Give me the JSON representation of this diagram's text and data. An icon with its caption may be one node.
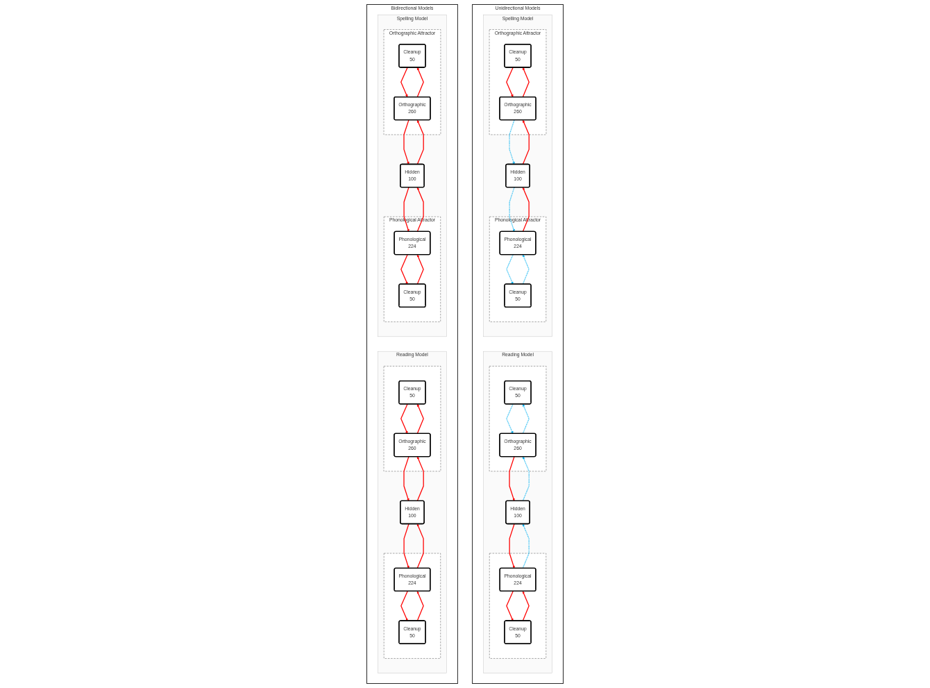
{
  "diagram": {
    "nodes": [
      {
        "text": [
          "Unidirectional Models"
        ]
      },
      {
        "text": [
          "Reading Model"
        ],
        "in": 0
      },
      {
        "text": [],
        "shape": "box",
        "in": 1
      },
      {
        "text": [
          "Cleanup",
          "50"
        ],
        "in": 2
      },
      {
        "text": [
          "Phonological",
          "224"
        ],
        "in": 2
      },
      {
        "text": [
          "Hidden",
          "100"
        ],
        "in": 1
      },
      {
        "text": [],
        "shape": "box",
        "in": 1
      },
      {
        "text": [
          "Cleanup",
          "50"
        ],
        "in": 6
      },
      {
        "text": [
          "Orthographic",
          "260"
        ],
        "in": 6
      },
      {
        "text": [
          "Spelling Model"
        ],
        "in": 0
      },
      {
        "text": [
          "Phonological Attractor"
        ],
        "in": 9
      },
      {
        "text": [
          "Cleanup",
          "50"
        ],
        "in": 10
      },
      {
        "text": [
          "Phonological",
          "224"
        ],
        "in": 10
      },
      {
        "text": [
          "Hidden",
          "100"
        ],
        "in": 9
      },
      {
        "text": [
          "Orthographic Attractor"
        ],
        "in": 9
      },
      {
        "text": [
          "Cleanup",
          "50"
        ],
        "in": 14
      },
      {
        "text": [
          "Orthographic",
          "260"
        ],
        "in": 14
      },
      {
        "text": [
          "Bidirectional Models"
        ]
      },
      {
        "text": [
          "Reading Model"
        ],
        "in": 17
      },
      {
        "text": [],
        "shape": "box",
        "in": 18
      },
      {
        "text": [
          "Cleanup",
          "50"
        ],
        "in": 19
      },
      {
        "text": [
          "Phonological",
          "224"
        ],
        "in": 19
      },
      {
        "text": [
          "Hidden",
          "100"
        ],
        "in": 18
      },
      {
        "text": [],
        "shape": "box",
        "in": 18
      },
      {
        "text": [
          "Cleanup",
          "50"
        ],
        "in": 23
      },
      {
        "text": [
          "Orthographic",
          "260"
        ],
        "in": 23
      },
      {
        "text": [
          "Spelling Model"
        ],
        "in": 17
      },
      {
        "text": [
          "Phonological Attractor"
        ],
        "in": 26
      },
      {
        "text": [
          "Cleanup",
          "50"
        ],
        "in": 27
      },
      {
        "text": [
          "Phonological",
          "224"
        ],
        "in": 27
      },
      {
        "text": [
          "Hidden",
          "100"
        ],
        "in": 26
      },
      {
        "text": [
          "Orthographic Attractor"
        ],
        "in": 26
      },
      {
        "text": [
          "Cleanup",
          "50"
        ],
        "in": 31
      },
      {
        "text": [
          "Orthographic",
          "260"
        ],
        "in": 31
      }
    ],
    "edges": [
      {
        "from": 3,
        "to": 4,
        "arrow": "to"
      },
      {
        "from": 4,
        "to": 3,
        "arrow": "to"
      },
      {
        "from": 5,
        "to": 4,
        "arrow": "to"
      },
      {
        "from": 4,
        "to": 5,
        "arrow": "to",
        "style": "dashed",
        "color": "#00b0f0"
      },
      {
        "from": 8,
        "to": 5,
        "arrow": "to"
      },
      {
        "from": 5,
        "to": 8,
        "arrow": "to",
        "style": "dashed",
        "color": "#00b0f0"
      },
      {
        "from": 7,
        "to": 8,
        "arrow": "to",
        "style": "dashed",
        "color": "#00b0f0"
      },
      {
        "from": 8,
        "to": 7,
        "arrow": "to",
        "style": "dashed",
        "color": "#00b0f0"
      },
      {
        "from": 11,
        "to": 12,
        "arrow": "to",
        "style": "dashed",
        "color": "#00b0f0"
      },
      {
        "from": 12,
        "to": 11,
        "arrow": "to",
        "style": "dashed",
        "color": "#00b0f0"
      },
      {
        "from": 13,
        "to": 12,
        "arrow": "to",
        "style": "dashed",
        "color": "#00b0f0"
      },
      {
        "from": 12,
        "to": 13,
        "arrow": "to"
      },
      {
        "from": 16,
        "to": 13,
        "arrow": "to",
        "style": "dashed",
        "color": "#00b0f0"
      },
      {
        "from": 13,
        "to": 16,
        "arrow": "to"
      },
      {
        "from": 15,
        "to": 16,
        "arrow": "to"
      },
      {
        "from": 16,
        "to": 15,
        "arrow": "to"
      },
      {
        "from": 20,
        "to": 21,
        "arrow": "to"
      },
      {
        "from": 21,
        "to": 20,
        "arrow": "to"
      },
      {
        "from": 22,
        "to": 21,
        "arrow": "to"
      },
      {
        "from": 21,
        "to": 22,
        "arrow": "to"
      },
      {
        "from": 25,
        "to": 22,
        "arrow": "to"
      },
      {
        "from": 22,
        "to": 25,
        "arrow": "to"
      },
      {
        "from": 24,
        "to": 25,
        "arrow": "to"
      },
      {
        "from": 25,
        "to": 24,
        "arrow": "to"
      },
      {
        "from": 28,
        "to": 29,
        "arrow": "to"
      },
      {
        "from": 29,
        "to": 28,
        "arrow": "to"
      },
      {
        "from": 30,
        "to": 29,
        "arrow": "to"
      },
      {
        "from": 29,
        "to": 30,
        "arrow": "to"
      },
      {
        "from": 33,
        "to": 30,
        "arrow": "to"
      },
      {
        "from": 30,
        "to": 33,
        "arrow": "to"
      },
      {
        "from": 32,
        "to": 33,
        "arrow": "to"
      },
      {
        "from": 33,
        "to": 32,
        "arrow": "to"
      }
    ]
  }
}
